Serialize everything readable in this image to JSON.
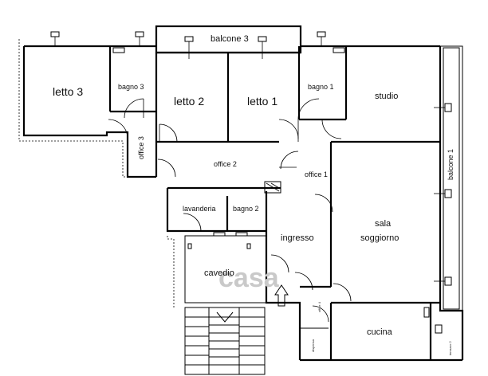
{
  "rooms": {
    "balcone3": "balcone 3",
    "letto3": "letto 3",
    "bagno3": "bagno 3",
    "letto2": "letto 2",
    "letto1": "letto 1",
    "bagno1": "bagno 1",
    "studio": "studio",
    "office3": "office 3",
    "office2": "office 2",
    "office1": "office 1",
    "balcone1": "balcone 1",
    "lavanderia": "lavanderia",
    "bagno2": "bagno 2",
    "ingresso": "ingresso",
    "sala": "sala",
    "soggiorno": "soggiorno",
    "cavedio": "cavedio",
    "office4": "office 4",
    "cucina": "cucina",
    "dispensa": "dispensa",
    "terrazzo2": "terrazzo 2"
  },
  "watermark": "casa"
}
